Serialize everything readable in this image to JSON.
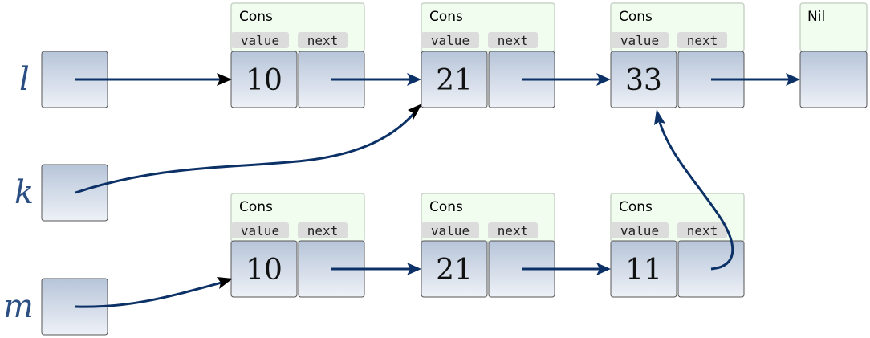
{
  "colors": {
    "arrow": "#0c3167",
    "arrow_black_head": "#000000",
    "header_fill": "#f1fdef",
    "header_stroke": "#c9d3c9",
    "cell_top": "#b7c5d9",
    "cell_bottom": "#eef1f7",
    "cell_stroke": "#555555",
    "tag_fill": "#dcdcdc",
    "var_label": "#2b4f82"
  },
  "variables": [
    {
      "name": "l"
    },
    {
      "name": "k"
    },
    {
      "name": "m"
    }
  ],
  "list_top": [
    {
      "type": "Cons",
      "value_tag": "value",
      "next_tag": "next",
      "value": "10"
    },
    {
      "type": "Cons",
      "value_tag": "value",
      "next_tag": "next",
      "value": "21"
    },
    {
      "type": "Cons",
      "value_tag": "value",
      "next_tag": "next",
      "value": "33"
    },
    {
      "type": "Nil"
    }
  ],
  "list_bottom": [
    {
      "type": "Cons",
      "value_tag": "value",
      "next_tag": "next",
      "value": "10"
    },
    {
      "type": "Cons",
      "value_tag": "value",
      "next_tag": "next",
      "value": "21"
    },
    {
      "type": "Cons",
      "value_tag": "value",
      "next_tag": "next",
      "value": "11"
    }
  ]
}
